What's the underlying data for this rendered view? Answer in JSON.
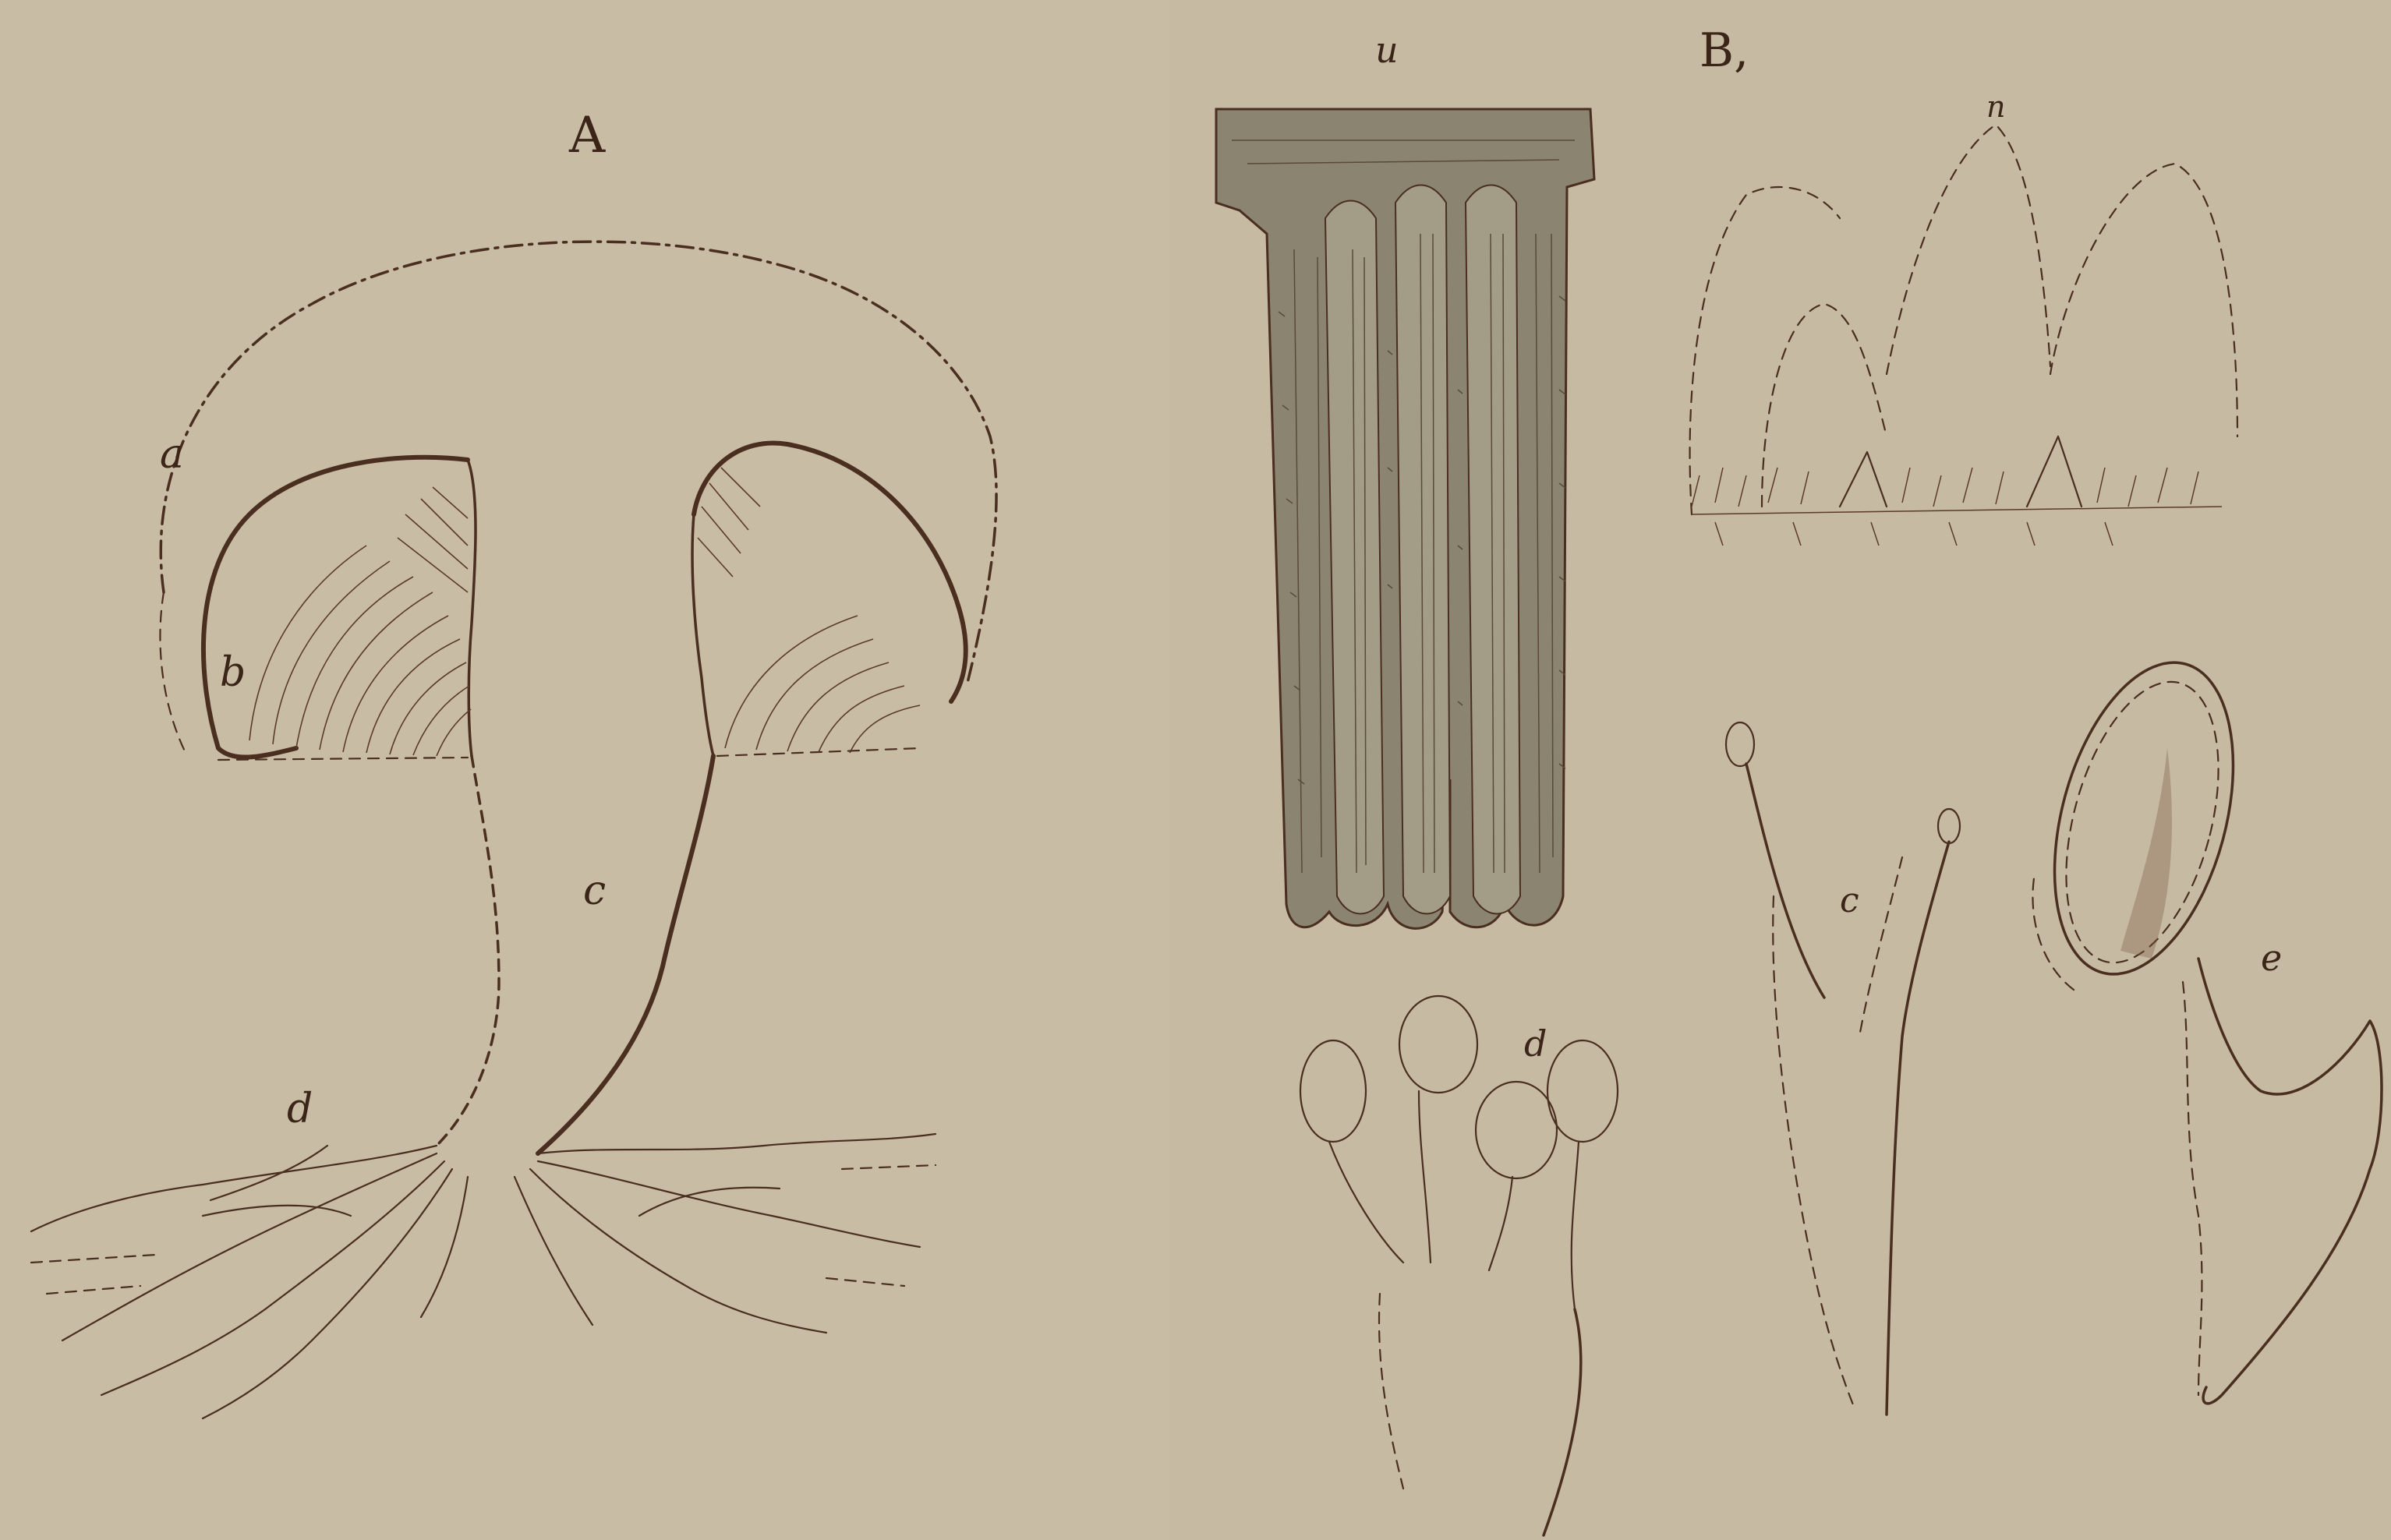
{
  "figure_labels": {
    "A": "A",
    "B": "B,"
  },
  "part_labels": {
    "a": "a",
    "b": "b",
    "c": "c",
    "d": "d",
    "u": "u",
    "n": "n",
    "d2": "d",
    "c2": "c",
    "e": "e"
  },
  "colors": {
    "paper": "#c9bca4",
    "ink": "#4a2e1f",
    "gill_fill": "#8a8470"
  }
}
